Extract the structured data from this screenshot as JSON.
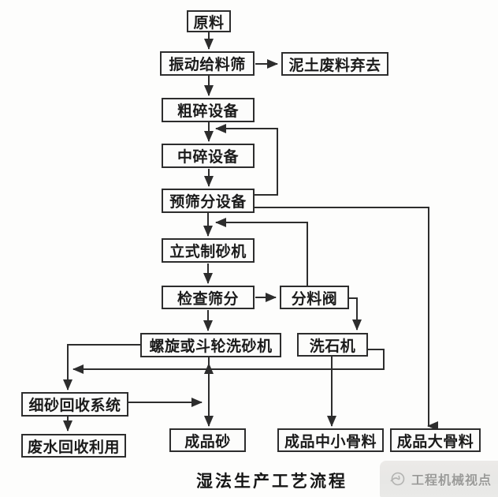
{
  "diagram": {
    "title": "湿法生产工艺流程",
    "watermark": {
      "label": "工程机械视点",
      "logo_icon": "swirl-logo"
    },
    "colors": {
      "line": "#2d2d2d",
      "box_border": "#2d2d2d",
      "box_background": "#fcfcfb",
      "text": "#1b1b1b",
      "watermark_background": "#e7e7e5",
      "watermark_text": "#9a9a98"
    },
    "nodes": {
      "raw_material": "原料",
      "vibrating_feeder": "振动给料筛",
      "waste_discard": "泥土废料弃去",
      "coarse_crusher": "粗碎设备",
      "medium_crusher": "中碎设备",
      "pre_screening": "预筛分设备",
      "vertical_sand_maker": "立式制砂机",
      "check_screening": "检查筛分",
      "splitter_valve": "分料阀",
      "sand_washer": "螺旋或斗轮洗砂机",
      "stone_washer": "洗石机",
      "fine_sand_recovery": "细砂回收系统",
      "wastewater_reuse": "废水回收利用",
      "finished_sand": "成品砂",
      "finished_mid_small_aggregate": "成品中小骨料",
      "finished_large_aggregate": "成品大骨料"
    },
    "edges": [
      {
        "from": "raw_material",
        "to": "vibrating_feeder"
      },
      {
        "from": "vibrating_feeder",
        "to": "waste_discard"
      },
      {
        "from": "vibrating_feeder",
        "to": "coarse_crusher"
      },
      {
        "from": "coarse_crusher",
        "to": "medium_crusher"
      },
      {
        "from": "medium_crusher",
        "to": "pre_screening"
      },
      {
        "from": "pre_screening",
        "to": "medium_crusher",
        "type": "recycle"
      },
      {
        "from": "pre_screening",
        "to": "vertical_sand_maker"
      },
      {
        "from": "pre_screening",
        "to": "finished_large_aggregate"
      },
      {
        "from": "vertical_sand_maker",
        "to": "check_screening"
      },
      {
        "from": "check_screening",
        "to": "splitter_valve"
      },
      {
        "from": "splitter_valve",
        "to": "vertical_sand_maker",
        "type": "recycle"
      },
      {
        "from": "splitter_valve",
        "to": "stone_washer"
      },
      {
        "from": "check_screening",
        "to": "sand_washer"
      },
      {
        "from": "sand_washer",
        "to": "finished_sand"
      },
      {
        "from": "sand_washer",
        "to": "fine_sand_recovery"
      },
      {
        "from": "stone_washer",
        "to": "finished_mid_small_aggregate"
      },
      {
        "from": "stone_washer",
        "to": "sand_washer",
        "type": "recycle"
      },
      {
        "from": "stone_washer",
        "to": "fine_sand_recovery"
      },
      {
        "from": "fine_sand_recovery",
        "to": "finished_sand"
      },
      {
        "from": "fine_sand_recovery",
        "to": "wastewater_reuse"
      }
    ]
  }
}
